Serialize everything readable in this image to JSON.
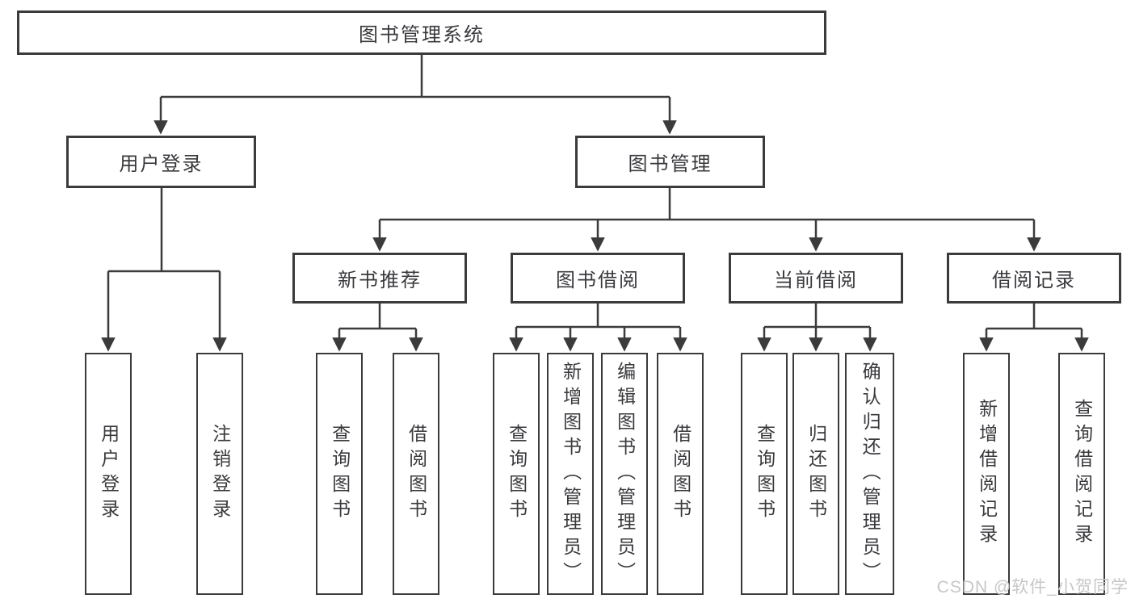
{
  "tree": {
    "root": {
      "label": "图书管理系统"
    },
    "level1": [
      {
        "label": "用户登录"
      },
      {
        "label": "图书管理"
      }
    ],
    "level2": [
      {
        "label": "新书推荐"
      },
      {
        "label": "图书借阅"
      },
      {
        "label": "当前借阅"
      },
      {
        "label": "借阅记录"
      }
    ],
    "leaves": {
      "user_login_group": [
        {
          "label": "用户登录"
        },
        {
          "label": "注销登录"
        }
      ],
      "new_book_group": [
        {
          "label": "查询图书"
        },
        {
          "label": "借阅图书"
        }
      ],
      "borrow_group": [
        {
          "label": "查询图书"
        },
        {
          "label": "新增图书（管理员）"
        },
        {
          "label": "编辑图书（管理员）"
        },
        {
          "label": "借阅图书"
        }
      ],
      "current_group": [
        {
          "label": "查询图书"
        },
        {
          "label": "归还图书"
        },
        {
          "label": "确认归还（管理员）"
        }
      ],
      "records_group": [
        {
          "label": "新增借阅记录"
        },
        {
          "label": "查询借阅记录"
        }
      ]
    }
  },
  "colors": {
    "line": "#3b3b3b",
    "text": "#3a3a3e",
    "watermark": "#c7c7c7"
  },
  "watermark": {
    "text": "CSDN @软件_小贺同学"
  }
}
